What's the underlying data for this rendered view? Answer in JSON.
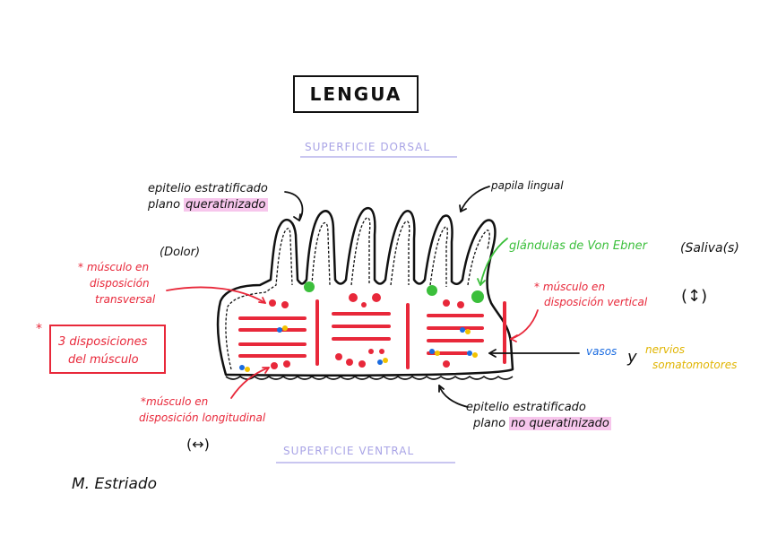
{
  "title": "LENGUA",
  "surface_dorsal": "SUPERFICIE DORSAL",
  "surface_ventral": "SUPERFICIE VENTRAL",
  "labels": {
    "epitelio_quer_line1": "epitelio estratificado",
    "epitelio_quer_line2_a": "plano ",
    "epitelio_quer_line2_b": "queratinizado",
    "papila": "papila lingual",
    "dolor": "(Dolor)",
    "glandulas": "glándulas de Von Ebner",
    "saliva": "(Saliva(s)",
    "musculo_transversal_1": "* músculo en",
    "musculo_transversal_2": "disposición",
    "musculo_transversal_3": "transversal",
    "tres_disp_1": "3 disposiciones",
    "tres_disp_2": "del músculo",
    "asterisk": "*",
    "musculo_vertical_1": "* músculo en",
    "musculo_vertical_2": "disposición vertical",
    "vertical_symbol": "(↕)",
    "vasos": "vasos",
    "y": "y",
    "nervios": "nervios",
    "somatomotores": "somatomotores",
    "musculo_longitudinal_1": "*músculo en",
    "musculo_longitudinal_2": "disposición longitudinal",
    "longitudinal_symbol": "(↔)",
    "epitelio_noquer_line1": "epitelio estratificado",
    "epitelio_noquer_line2_a": "plano ",
    "epitelio_noquer_line2_b": "no queratinizado",
    "m_estriado": "M. Estriado"
  },
  "colors": {
    "muscle_red": "#e8283a",
    "gland_green": "#3bbf3b",
    "vessel_blue": "#1a6be0",
    "nerve_yellow": "#f2c200",
    "highlight_pink": "#f7c6ec",
    "surface_lavender": "#a9a4e6"
  }
}
